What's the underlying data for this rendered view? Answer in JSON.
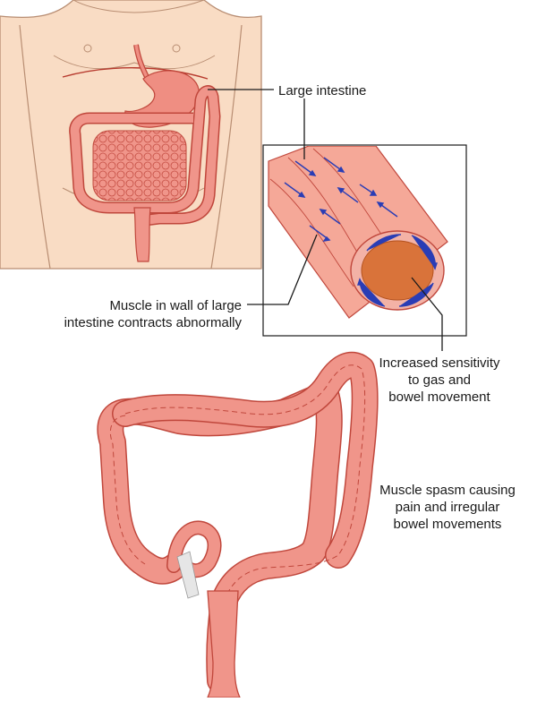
{
  "labels": {
    "large_intestine": "Large intestine",
    "muscle_wall": [
      "Muscle in wall of large",
      "intestine contracts abnormally"
    ],
    "sensitivity": [
      "Increased sensitivity",
      "to gas and",
      "bowel movement"
    ],
    "spasm": [
      "Muscle spasm causing",
      "pain and irregular",
      "bowel movements"
    ]
  },
  "colors": {
    "skin": "#f9dcc4",
    "skin_outline": "#b88d72",
    "intestine": "#f0958a",
    "intestine_outline": "#c0473c",
    "stomach": "#ef8e82",
    "lumen": "#d9733a",
    "arrows": "#2a3db5",
    "leader_lines": "#1a1a1a"
  }
}
